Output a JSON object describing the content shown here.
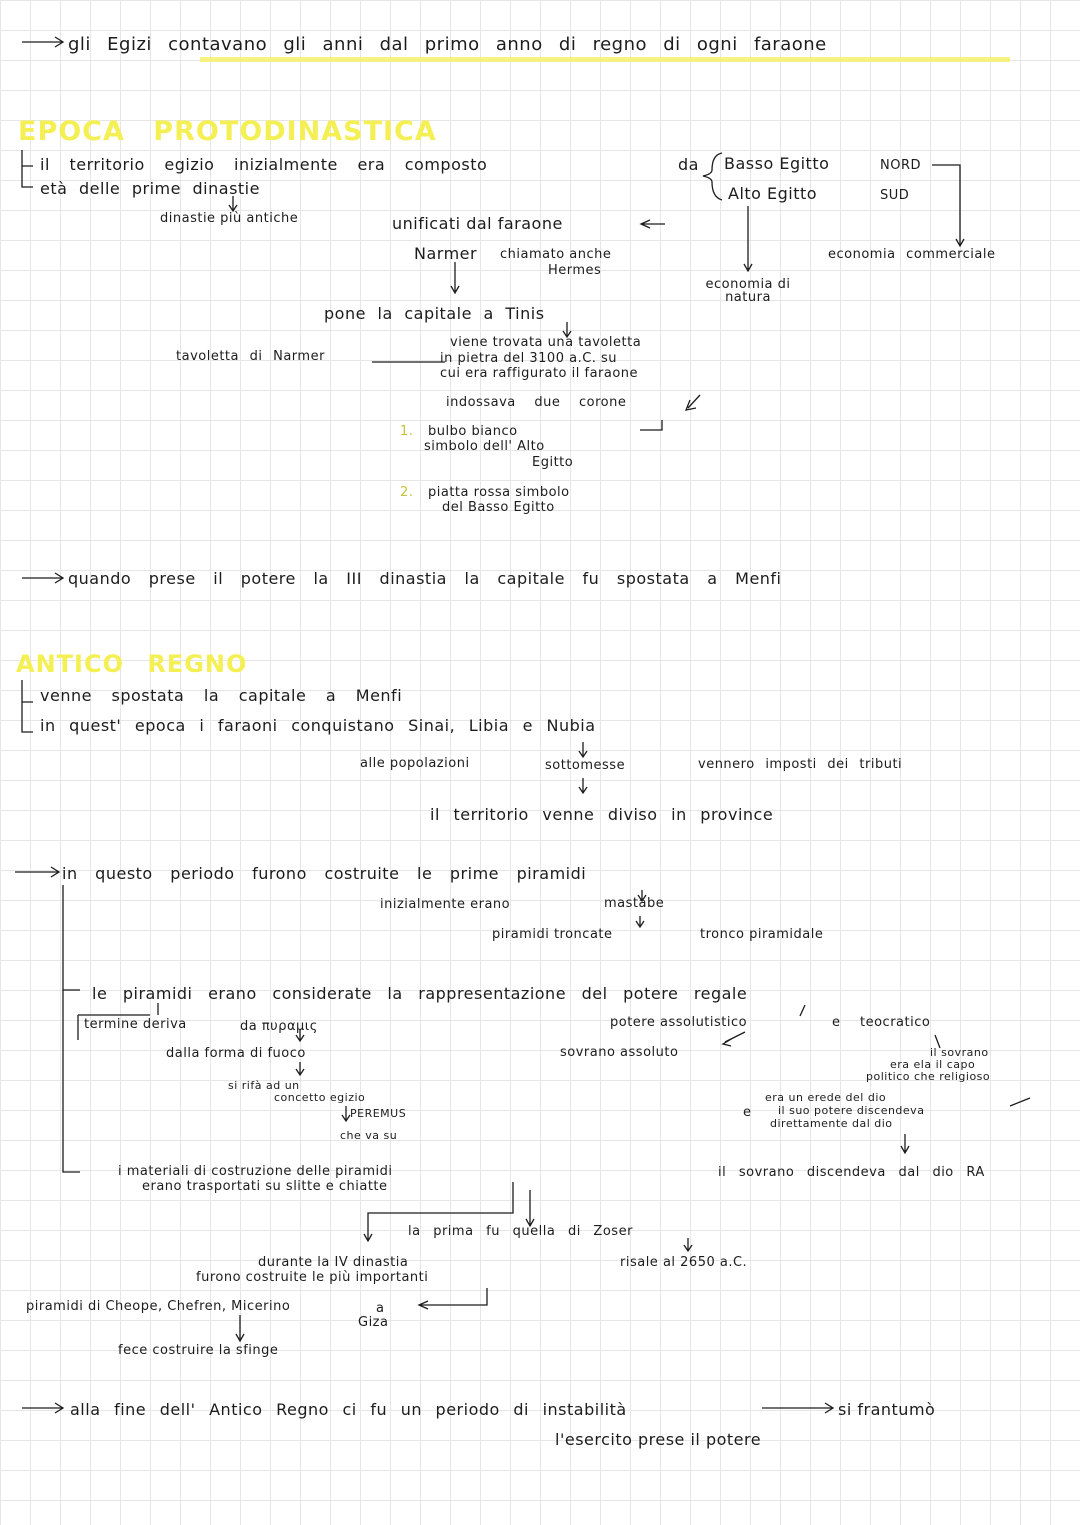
{
  "colors": {
    "heading": "#f4ef52",
    "ink": "#1c1c1c",
    "grid": "#e6e6e6",
    "highlight": "#f7f06a"
  },
  "intro": {
    "text": "gli Egizi contavano gli anni dal primo anno di regno di ogni faraone"
  },
  "proto": {
    "title": "EPOCA PROTODINASTICA",
    "territory": "il territorio egizio inizialmente era composto",
    "da": "da",
    "age": "età delle prime dinastie",
    "oldest": "dinastie più antiche",
    "lower_egypt": "Basso Egitto",
    "north": "NORD",
    "upper_egypt": "Alto Egitto",
    "south": "SUD",
    "unified": "unificati dal faraone",
    "narmer": "Narmer",
    "called_also": "chiamato anche",
    "hermes": "Hermes",
    "economy_nature": "economia di natura",
    "economy_commercial": "economia commerciale",
    "capital_tinis": "pone la capitale a Tinis",
    "tablet_label": "tavoletta di Narmer",
    "found_1": "viene trovata una tavoletta",
    "found_2": "in pietra del 3100 a.C. su",
    "found_3": "cui era raffigurato il faraone",
    "two_crowns": "indossava due corone",
    "crown1_num": "1.",
    "crown1_a": "bulbo bianco",
    "crown1_b": "simbolo dell' Alto",
    "crown1_c": "Egitto",
    "crown2_num": "2.",
    "crown2_a": "piatta rossa simbolo",
    "crown2_b": "del Basso Egitto",
    "third_dyn": "quando prese il potere la III dinastia la capitale fu spostata a Menfi"
  },
  "antico": {
    "title": "ANTICO REGNO",
    "capital_moved": "venne spostata la capitale a Menfi",
    "conquest": "in quest' epoca i faraoni conquistano Sinai, Libia e Nubia",
    "tributes_1": "alle popolazioni",
    "tributes_2": "sottomesse",
    "tributes_3": "vennero imposti dei tributi",
    "provinces": "il territorio venne diviso in province",
    "pyramids": "in questo periodo furono costruite le prime piramidi",
    "mastabe_1": "inizialmente erano",
    "mastabe_2": "mastabe",
    "truncated": "piramidi troncate",
    "trunk": "tronco piramidale",
    "representation": "le piramidi erano considerate la rappresentazione del potere regale",
    "absolutist": "potere assolutistico",
    "and": "e",
    "theocratic": "teocratico",
    "sovereign_absolute": "sovrano assoluto",
    "term_derives": "termine deriva",
    "from_pyramis": "da πυραμις",
    "fire_shape": "dalla forma di fuoco",
    "concept_1": "si rifà ad un",
    "concept_2": "concetto egizio",
    "concept_3": "PEREMUS",
    "concept_4": "che va su",
    "sov_head_1": "il sovrano",
    "sov_head_2": "era ela il capo",
    "sov_head_3": "politico che religioso",
    "heir_1": "era un erede del dio",
    "heir_e": "e",
    "heir_2": "il suo potere discendeva",
    "heir_3": "direttamente dal dio",
    "descends_ra": "il sovrano discendeva dal dio RA",
    "materials_1": "i materiali di costruzione delle piramidi",
    "materials_2": "erano trasportati su slitte e chiatte",
    "first_zoser": "la prima fu quella di Zoser",
    "dates_2650": "risale al 2650 a.C.",
    "fourth_dyn_1": "durante la IV dinastia",
    "fourth_dyn_2": "furono costruite le più importanti",
    "giza_list": "piramidi di Cheope, Chefren, Micerino",
    "giza_a": "a",
    "giza_b": "Giza",
    "sphinx": "fece costruire la sfinge",
    "end_1": "alla fine dell' Antico Regno ci fu un periodo di instabilità",
    "end_2": "si frantumò",
    "end_3": "l'esercito prese il potere"
  }
}
